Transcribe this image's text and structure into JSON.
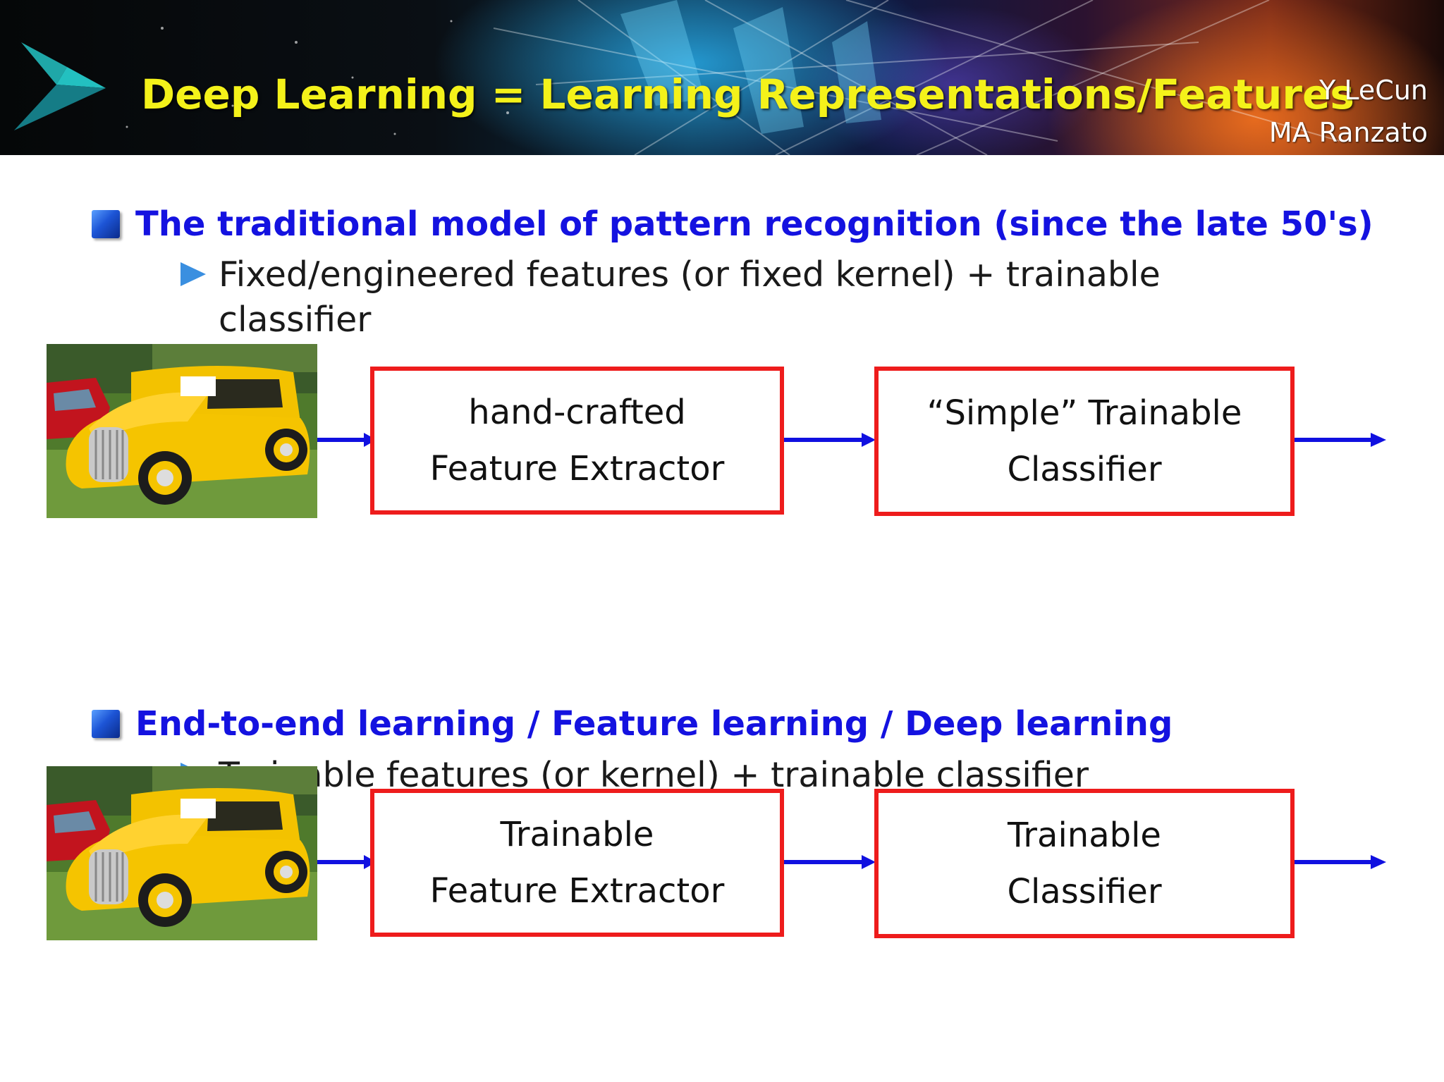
{
  "header": {
    "title": "Deep Learning = Learning Representations/Features",
    "authors": [
      "Y LeCun",
      "MA Ranzato"
    ]
  },
  "sections": [
    {
      "heading": "The traditional model of pattern recognition (since the late 50's)",
      "subpoint": "Fixed/engineered features (or fixed kernel) + trainable classifier",
      "boxes": [
        {
          "lines": [
            "hand-crafted",
            "Feature Extractor"
          ]
        },
        {
          "lines": [
            "“Simple” Trainable",
            "Classifier"
          ]
        }
      ]
    },
    {
      "heading": "End-to-end learning / Feature learning / Deep learning",
      "subpoint": "Trainable features (or kernel) + trainable classifier",
      "boxes": [
        {
          "lines": [
            "Trainable",
            "Feature Extractor"
          ]
        },
        {
          "lines": [
            "Trainable",
            "Classifier"
          ]
        }
      ]
    }
  ],
  "colors": {
    "title": "#f4f21a",
    "heading": "#1412e0",
    "box_border": "#ee1c1c",
    "arrow": "#1010e0"
  },
  "icons": [
    "logo-arrow-icon",
    "bullet-square-icon",
    "bullet-triangle-icon",
    "arrow-right-icon"
  ]
}
